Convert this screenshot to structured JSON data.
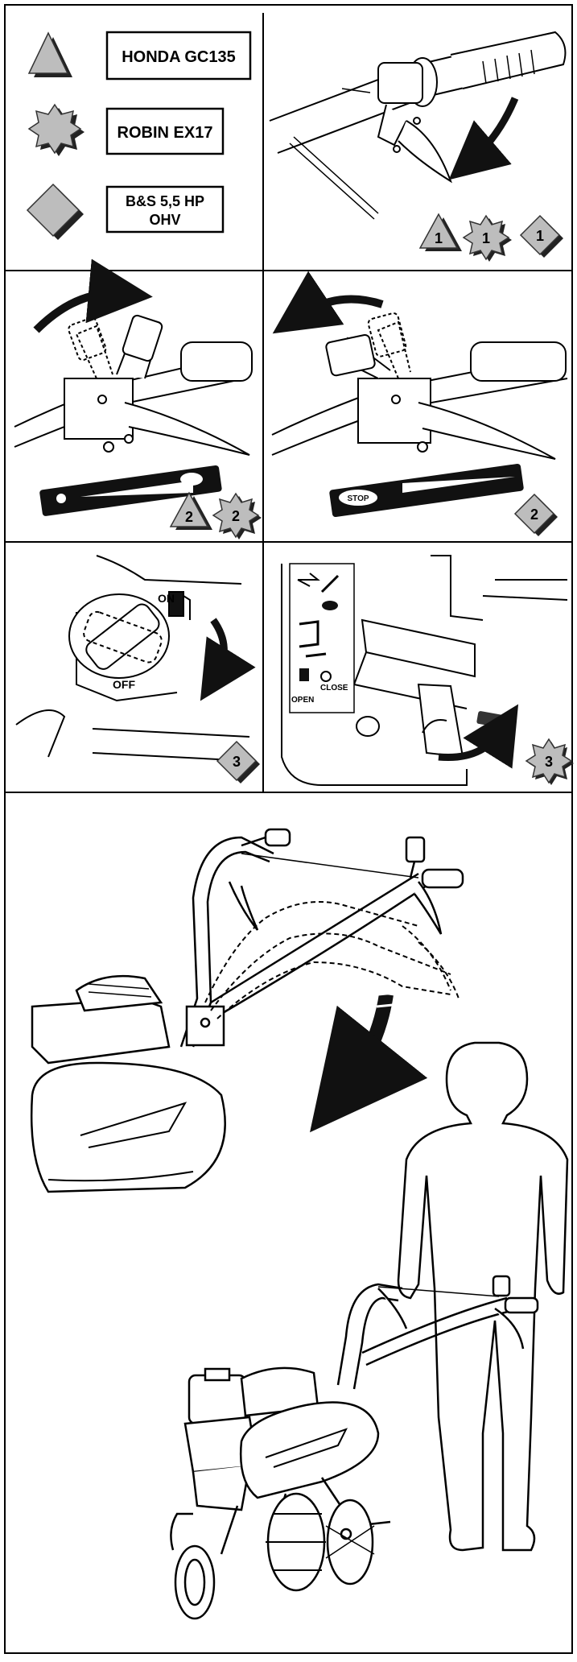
{
  "legend": {
    "honda": "HONDA GC135",
    "robin": "ROBIN EX17",
    "bs_line1": "B&S 5,5 HP",
    "bs_line2": "OHV"
  },
  "steps": {
    "one": "1",
    "two": "2",
    "three": "3"
  },
  "labels": {
    "on": "ON",
    "off": "OFF",
    "stop": "STOP",
    "close": "CLOSE",
    "open": "OPEN"
  }
}
